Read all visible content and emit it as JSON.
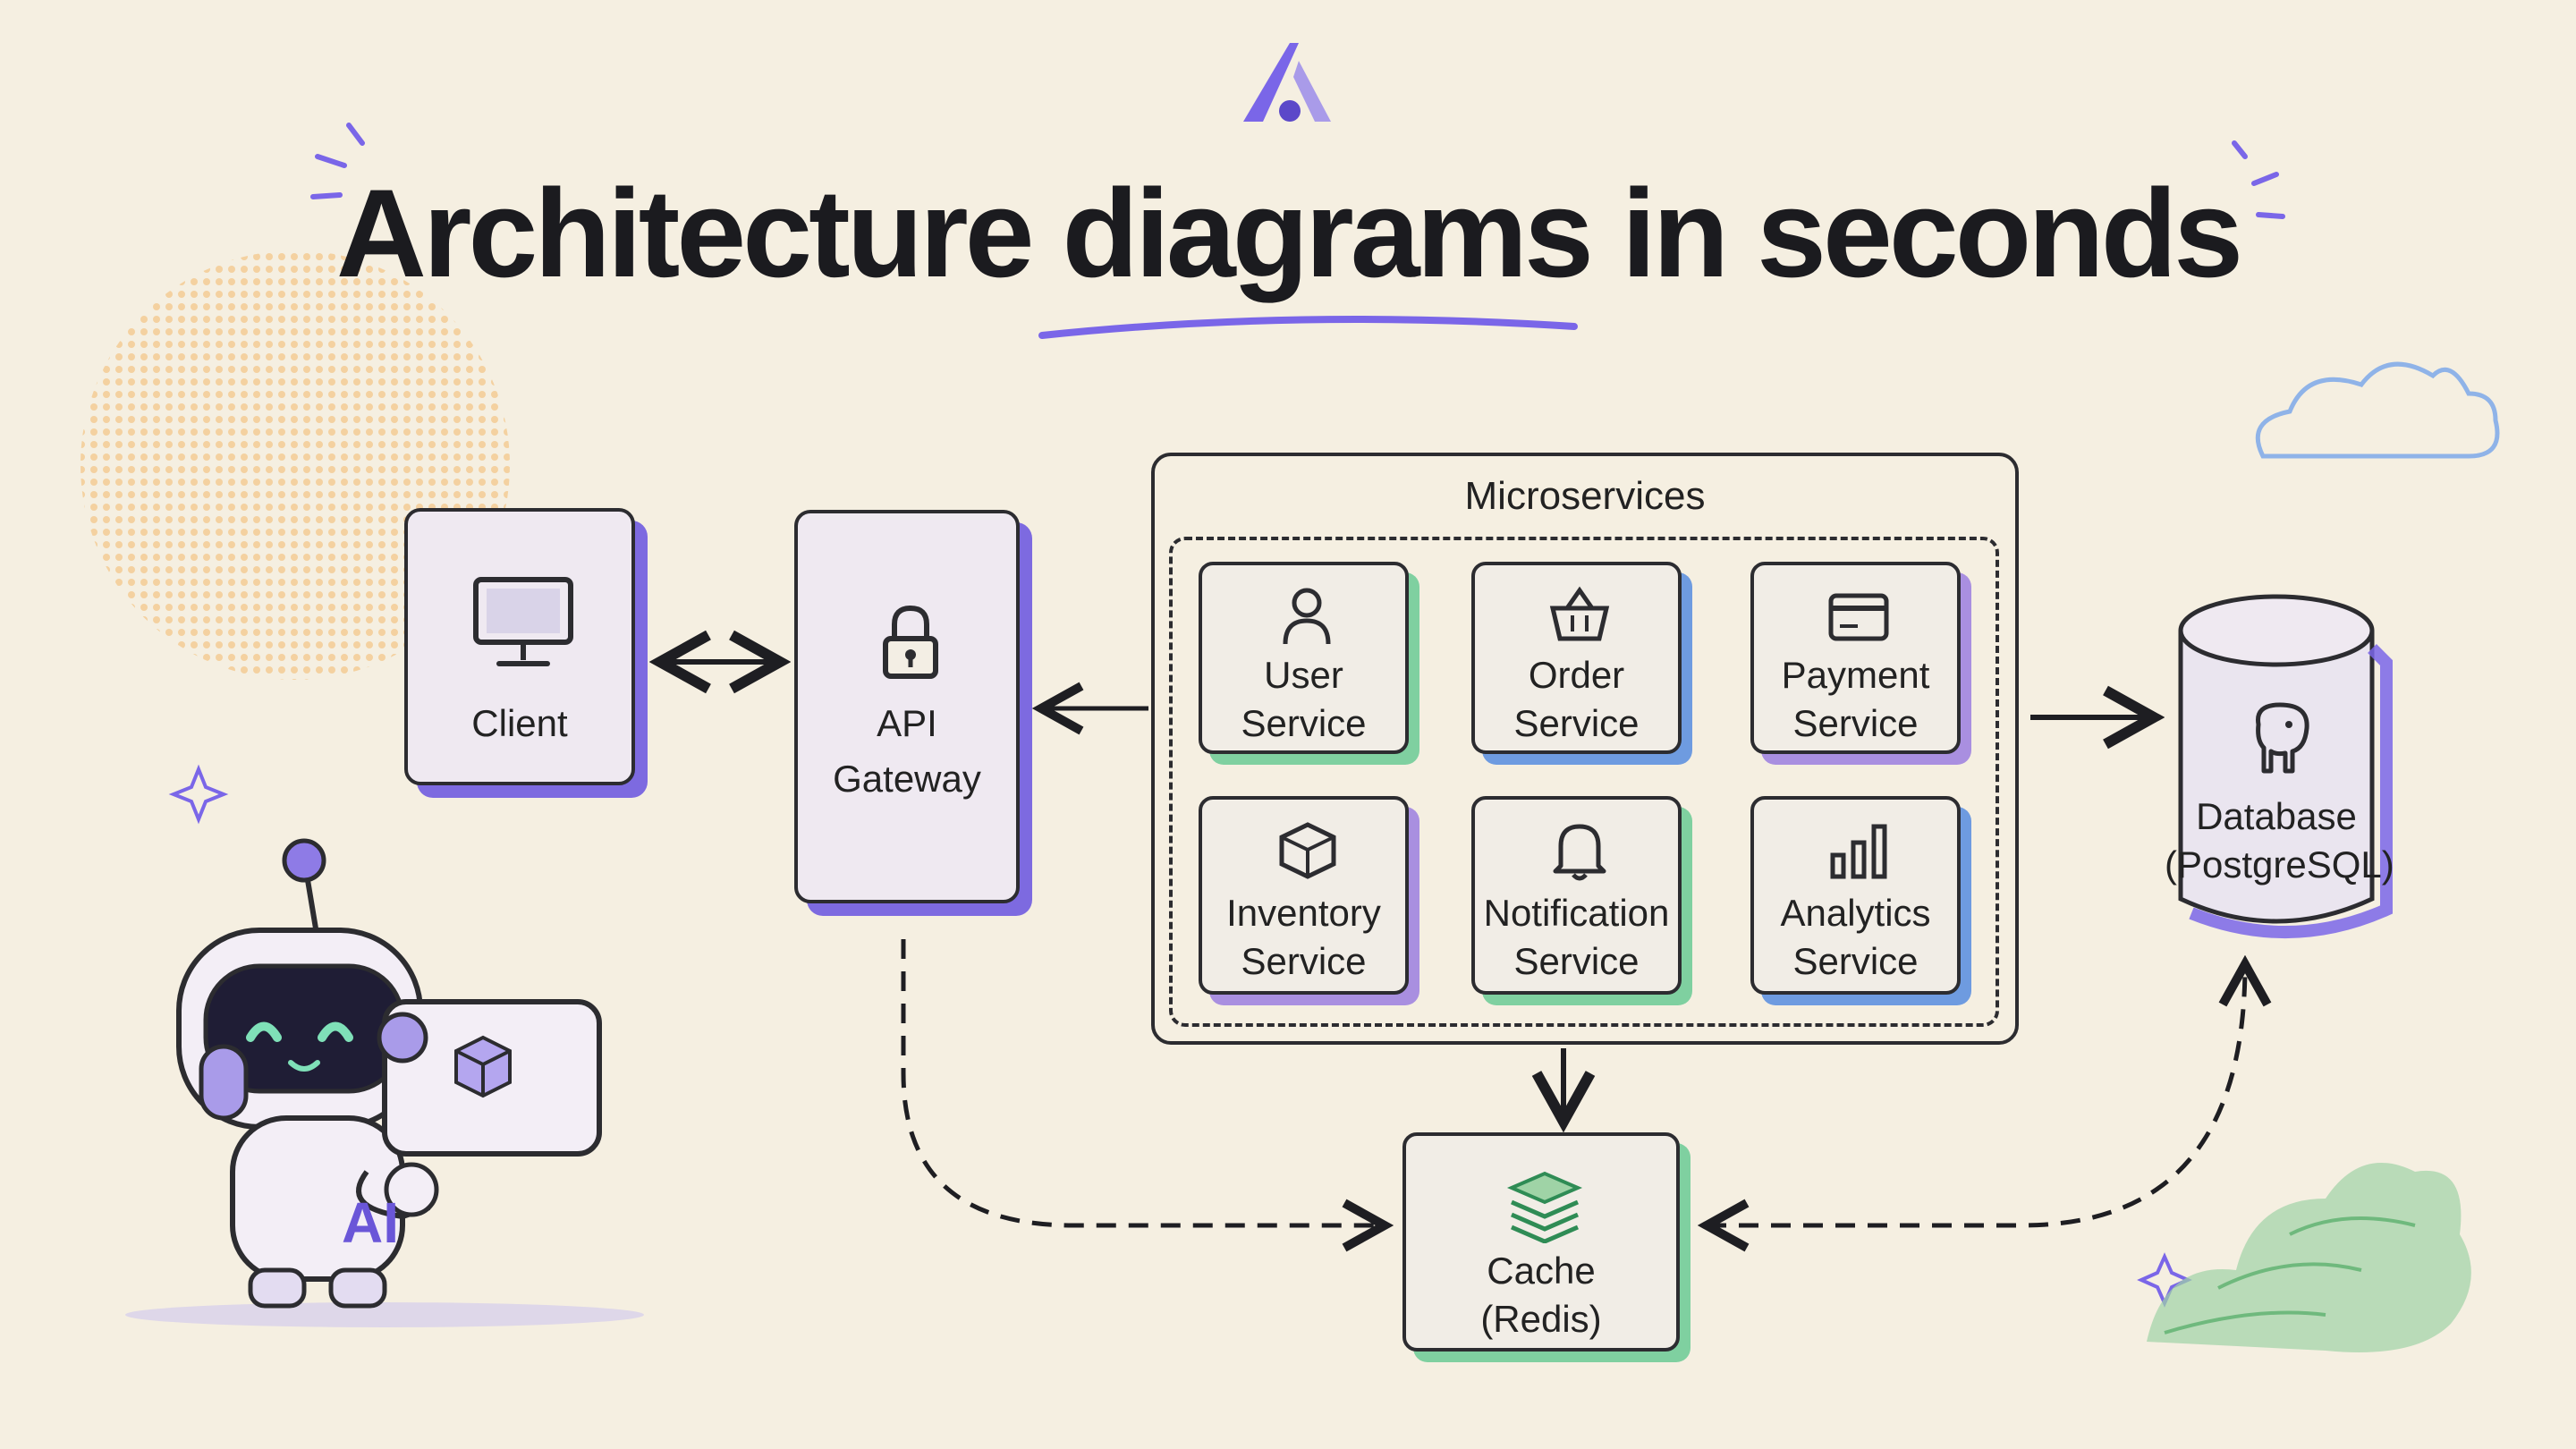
{
  "title": "Architecture diagrams in seconds",
  "logo": {
    "icon": "brand-a-logo-icon",
    "color": "#7a66e8"
  },
  "colors": {
    "accent": "#7a66e8",
    "ink": "#2c2c30",
    "background": "#f5efe1",
    "green": "#7fd0a0",
    "blue": "#6e9be0"
  },
  "nodes": {
    "client": {
      "label": "Client",
      "icon": "monitor-icon"
    },
    "gateway": {
      "line1": "API",
      "line2": "Gateway",
      "icon": "lock-icon"
    },
    "database": {
      "line1": "Database",
      "line2": "(PostgreSQL)",
      "icon": "elephant-icon"
    },
    "cache": {
      "line1": "Cache",
      "line2": "(Redis)",
      "icon": "stack-icon"
    }
  },
  "microservices": {
    "title": "Microservices",
    "services": [
      {
        "line1": "User",
        "line2": "Service",
        "icon": "user-icon"
      },
      {
        "line1": "Order",
        "line2": "Service",
        "icon": "basket-icon"
      },
      {
        "line1": "Payment",
        "line2": "Service",
        "icon": "credit-card-icon"
      },
      {
        "line1": "Inventory",
        "line2": "Service",
        "icon": "box-icon"
      },
      {
        "line1": "Notification",
        "line2": "Service",
        "icon": "bell-icon"
      },
      {
        "line1": "Analytics",
        "line2": "Service",
        "icon": "bar-chart-icon"
      }
    ]
  },
  "robot": {
    "badge": "AI",
    "icon": "robot-icon"
  }
}
